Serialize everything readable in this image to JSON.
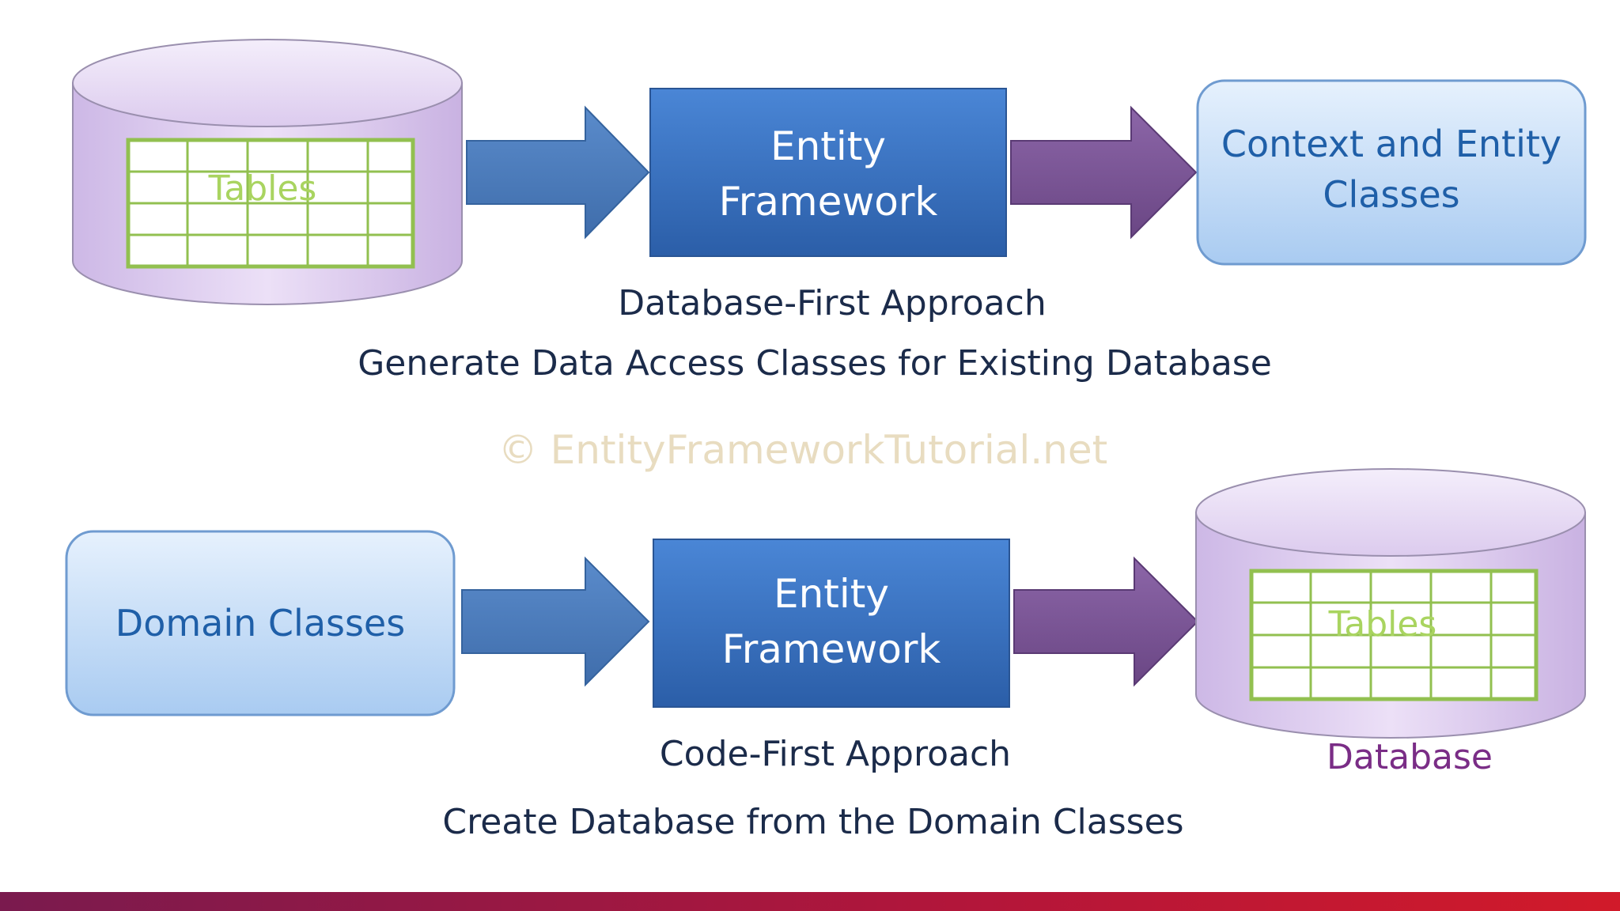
{
  "database_first": {
    "source_cylinder": {
      "table_label": "Tables"
    },
    "entity_framework": {
      "line1": "Entity",
      "line2": "Framework"
    },
    "target_box": {
      "line1": "Context and Entity",
      "line2": "Classes"
    },
    "caption_title": "Database-First Approach",
    "caption_subtitle": "Generate Data Access Classes for Existing Database"
  },
  "watermark": "© EntityFrameworkTutorial.net",
  "code_first": {
    "source_box": {
      "label": "Domain Classes"
    },
    "entity_framework": {
      "line1": "Entity",
      "line2": "Framework"
    },
    "target_cylinder": {
      "table_label": "Tables",
      "caption": "Database"
    },
    "caption_title": "Code-First  Approach",
    "caption_subtitle": "Create Database from the Domain Classes"
  },
  "colors": {
    "cylinder_fill": "#dccbee",
    "cylinder_stroke": "#9a8fae",
    "table_grid": "#92c050",
    "table_text": "#a9d460",
    "blue_arrow": "#4a78b8",
    "purple_arrow": "#7c5596",
    "ef_box": "#3a72c4",
    "light_box": "#bcd7f6",
    "light_box_text": "#1f5fa8",
    "caption_text": "#1b2b4a",
    "database_text": "#7a2d86",
    "watermark_text": "#e8dcc0",
    "bottom_bar_start": "#7a1a4e",
    "bottom_bar_end": "#d11a2a"
  }
}
